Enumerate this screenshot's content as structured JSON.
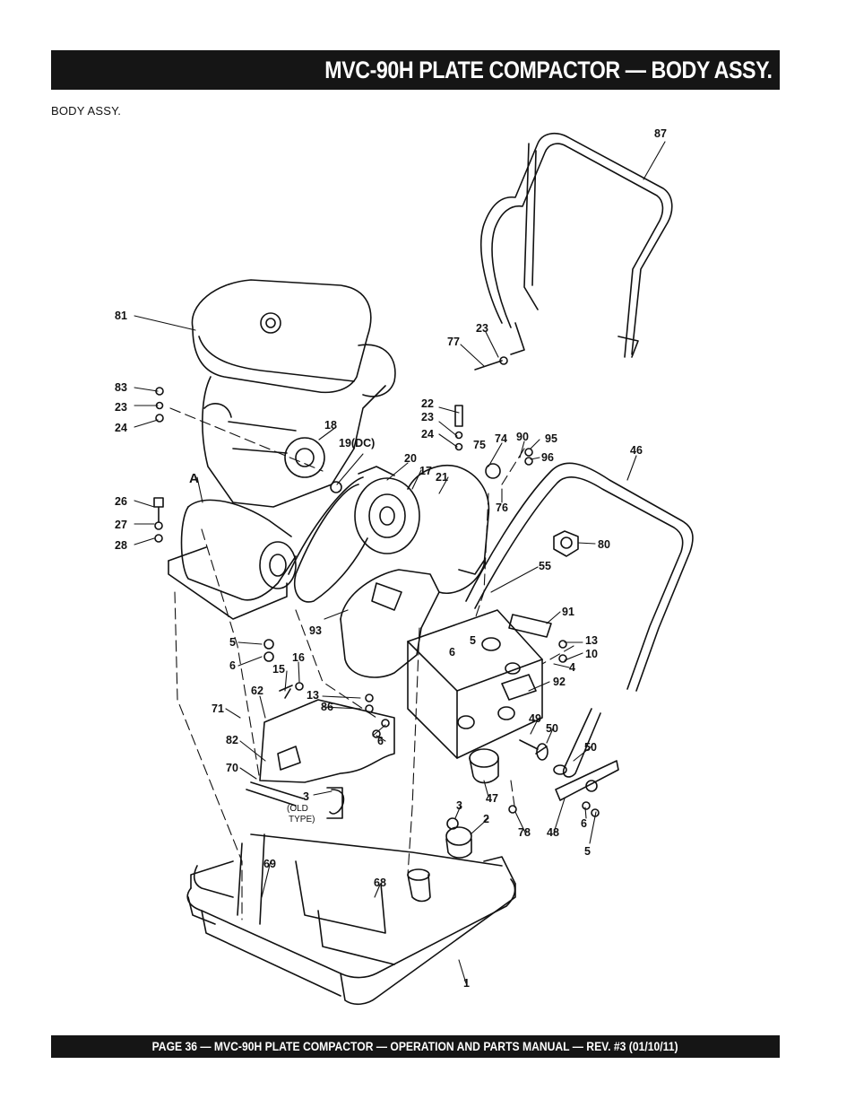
{
  "header": {
    "title": "MVC-90H PLATE COMPACTOR — BODY ASSY."
  },
  "section": {
    "label": "BODY ASSY."
  },
  "footer": {
    "text": "PAGE 36 — MVC-90H  PLATE COMPACTOR —  OPERATION AND PARTS MANUAL — REV. #3 (01/10/11)"
  },
  "diagram": {
    "labels": [
      "87",
      "81",
      "23",
      "77",
      "83",
      "23",
      "24",
      "18",
      "22",
      "23",
      "24",
      "75",
      "74",
      "90",
      "95",
      "96",
      "46",
      "19(DC)",
      "20",
      "17",
      "21",
      "A",
      "26",
      "27",
      "28",
      "76",
      "80",
      "55",
      "91",
      "93",
      "5",
      "6",
      "16",
      "15",
      "13",
      "86",
      "62",
      "71",
      "82",
      "70",
      "3",
      "(OLD",
      "TYPE)",
      "6",
      "5",
      "6",
      "92",
      "13",
      "10",
      "4",
      "49",
      "50",
      "50",
      "47",
      "3",
      "2",
      "78",
      "48",
      "6",
      "5",
      "69",
      "68",
      "1"
    ]
  }
}
